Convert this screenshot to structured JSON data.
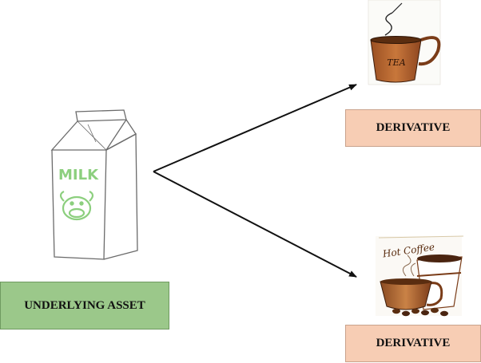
{
  "underlying": {
    "label": "UNDERLYING ASSET",
    "carton_text": "MILK",
    "color": "#9bc88a"
  },
  "derivatives": [
    {
      "label": "DERIVATIVE",
      "cup_text": "TEA",
      "color": "#f7cdb4"
    },
    {
      "label": "DERIVATIVE",
      "cup_text": "Hot Coffee",
      "color": "#f7cdb4"
    }
  ],
  "colors": {
    "carton_stroke": "#6b6b6b",
    "carton_text": "#8ccf7e",
    "arrow": "#111111",
    "cup_brown": "#b8662f"
  }
}
